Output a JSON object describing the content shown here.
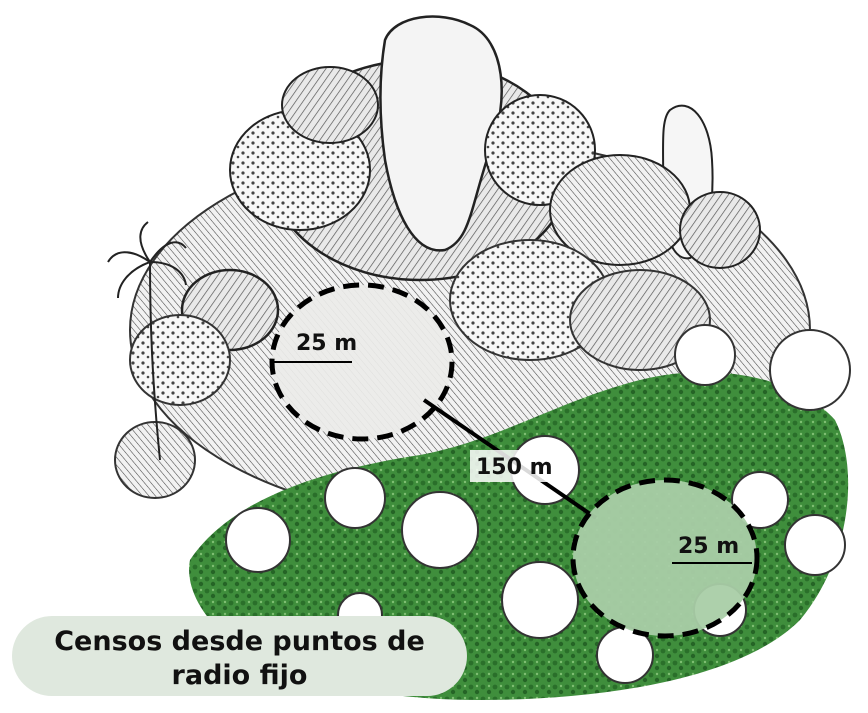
{
  "labels": {
    "radius_left": "25 m",
    "distance": "150 m",
    "radius_right": "25 m"
  },
  "caption": {
    "line1": "Censos desde puntos de",
    "line2": "radio fijo"
  },
  "colors": {
    "dark_green": "#2f7d31",
    "light_green": "#9cc79a",
    "ink": "#1d1d1d",
    "caption_bg": "#dfe8de"
  }
}
